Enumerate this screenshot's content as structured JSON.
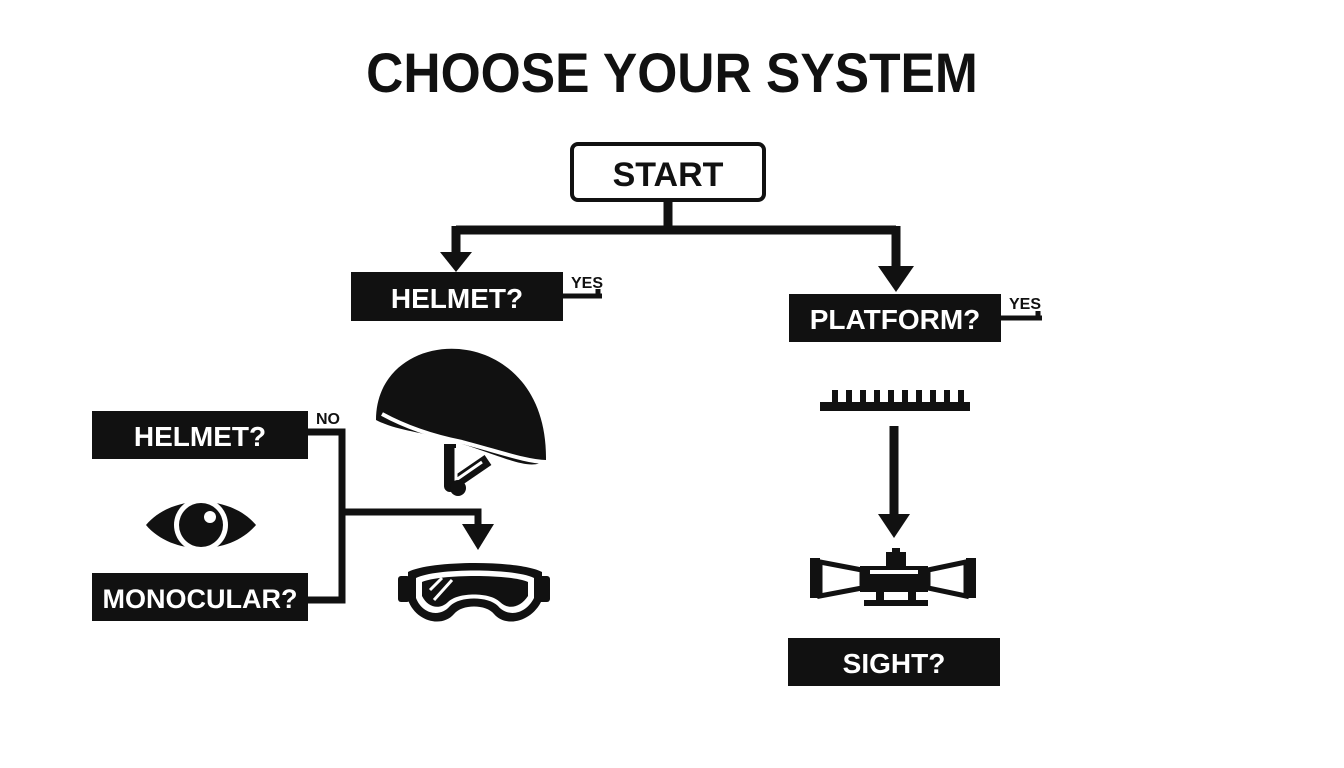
{
  "title": "CHOOSE YOUR SYSTEM",
  "start_label": "START",
  "left_branch": {
    "question": "HELMET?",
    "yes_label": "YES",
    "icon": "helmet-icon"
  },
  "right_branch": {
    "question": "PLATFORM?",
    "yes_label": "YES",
    "rail_icon": "rail-icon",
    "scope_icon": "rifle-scope-icon",
    "result_question": "SIGHT?"
  },
  "no_branch": {
    "question": "HELMET?",
    "no_label": "NO",
    "eye_icon": "eye-icon",
    "result_question": "MONOCULAR?",
    "goggles_icon": "goggles-icon"
  },
  "colors": {
    "ink": "#111111",
    "background": "#ffffff",
    "box_text": "#ffffff"
  }
}
